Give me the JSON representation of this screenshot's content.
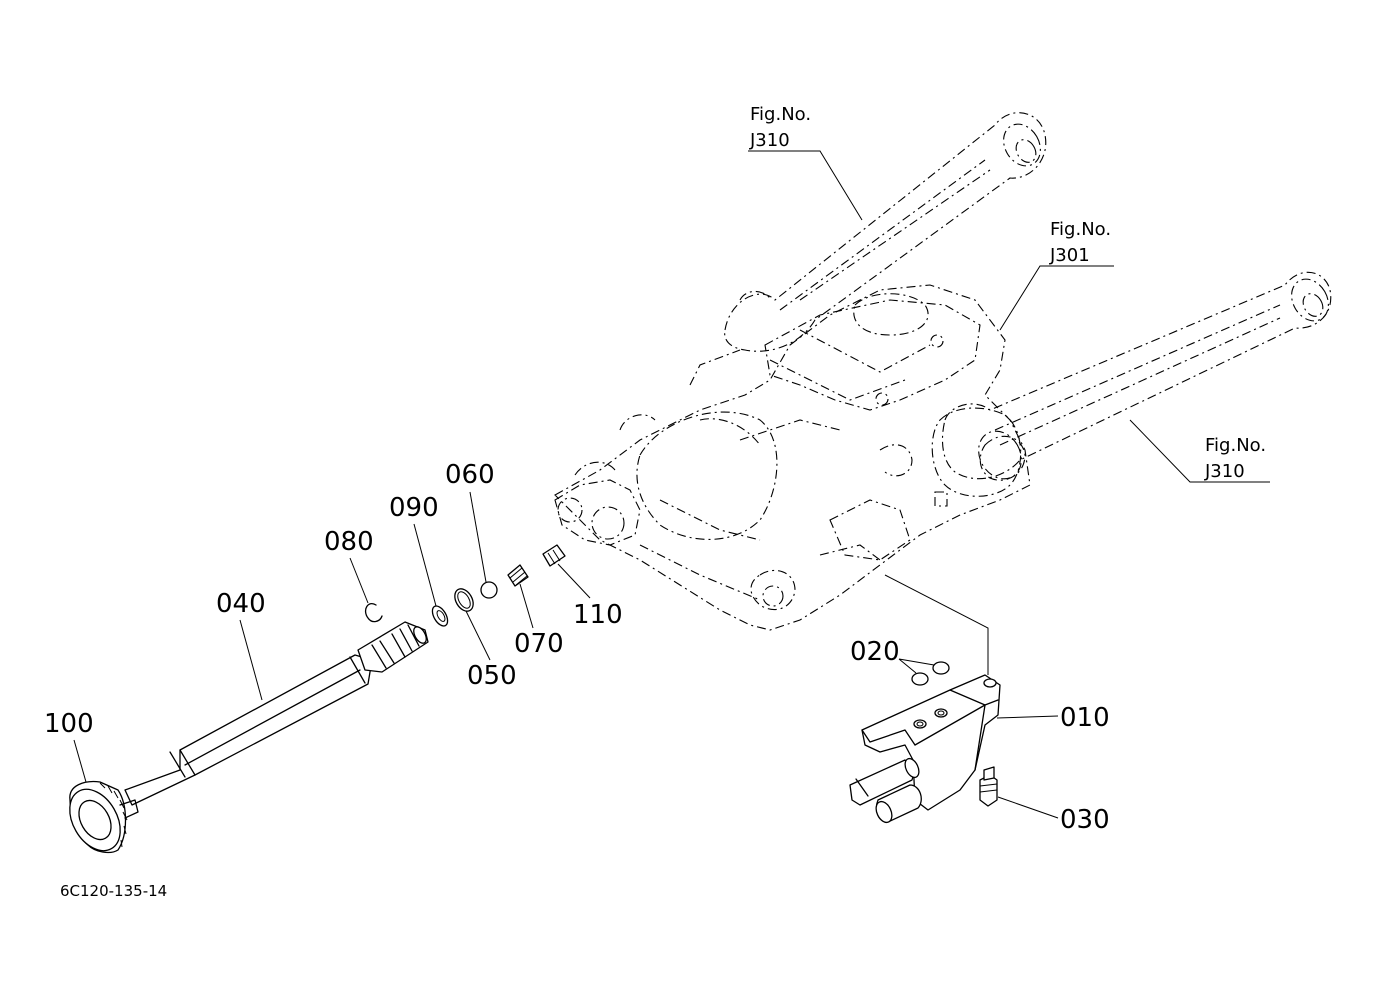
{
  "callouts": {
    "p010": "010",
    "p020": "020",
    "p030": "030",
    "p040": "040",
    "p050": "050",
    "p060": "060",
    "p070": "070",
    "p080": "080",
    "p090": "090",
    "p100": "100",
    "p110": "110"
  },
  "figure_refs": {
    "upper_arm": {
      "caption": "Fig.No.",
      "id": "J310"
    },
    "housing": {
      "caption": "Fig.No.",
      "id": "J301"
    },
    "lower_arm": {
      "caption": "Fig.No.",
      "id": "J310"
    }
  },
  "drawing_code": "6C120-135-14"
}
